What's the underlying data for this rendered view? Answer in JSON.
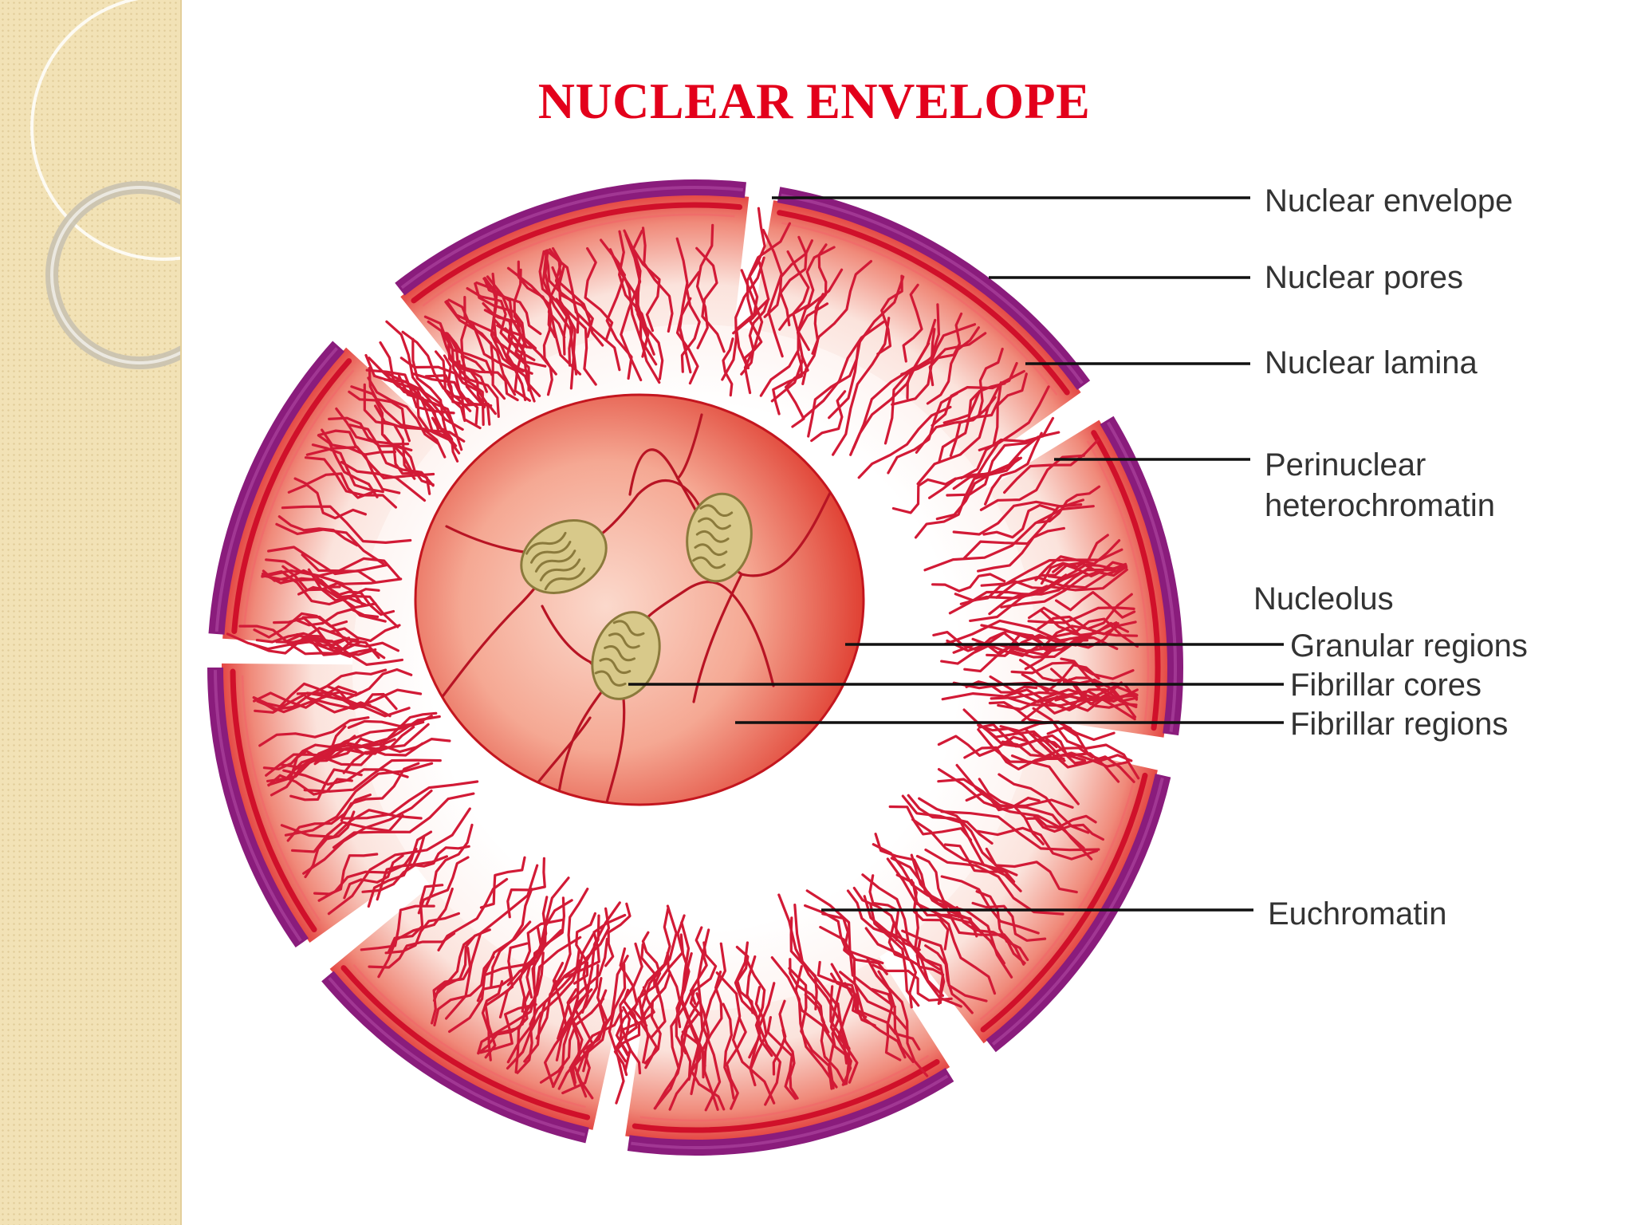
{
  "title": "NUCLEAR ENVELOPE",
  "labels": {
    "nuclear_envelope": "Nuclear envelope",
    "nuclear_pores": "Nuclear pores",
    "nuclear_lamina": "Nuclear lamina",
    "perinuclear_line1": "Perinuclear",
    "perinuclear_line2": "heterochromatin",
    "nucleolus": "Nucleolus",
    "granular_regions": "Granular regions",
    "fibrillar_cores": "Fibrillar cores",
    "fibrillar_regions": "Fibrillar regions",
    "euchromatin": "Euchromatin"
  },
  "colors": {
    "title": "#e3001b",
    "envelope": "#8a1c7c",
    "lamina": "#d0102a",
    "chromatin": "#d21a36",
    "nucleolus_fill": "#e0402c",
    "fibrillar_core": "#d8c98a",
    "side_panel": "#f2e2b6"
  }
}
